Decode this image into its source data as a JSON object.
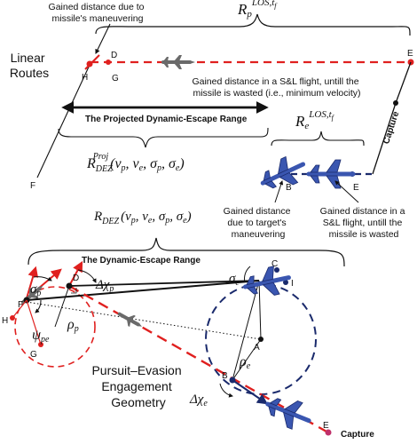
{
  "top": {
    "gained_maneuver_note": [
      "Gained distance due to",
      "missile's maneuvering"
    ],
    "linear_routes": [
      "Linear",
      "Routes"
    ],
    "rp_label": {
      "base": "R",
      "sub": "p",
      "sup": "LOS,t",
      "sup2": "f"
    },
    "point_d": "D",
    "point_h": "H",
    "point_g": "G",
    "point_e": "E",
    "point_f": "F",
    "point_b": "B",
    "point_e2": "E",
    "sl_note": [
      "Gained distance in a S&L flight, untill the",
      "missile is wasted (i.e., minimum velocity)"
    ],
    "projected_range": "The Projected Dynamic-Escape Range",
    "capture": "Capture",
    "re_label": {
      "base": "R",
      "sub": "e",
      "sup": "LOS,t",
      "sup2": "f"
    },
    "rdez_proj": {
      "base": "R",
      "sub": "DEZ",
      "sup": "Proj",
      "args": "(v",
      "args_p": "p",
      "args2": ", v",
      "args_e": "e",
      "args3": ", σ",
      "args_sp": "p",
      "args4": ", σ",
      "args_se": "e",
      "args5": ")"
    },
    "target_maneuver_note": [
      "Gained distance",
      "due to target's",
      "maneuvering"
    ],
    "target_sl_note": [
      "Gained distance in a",
      "S&L flight, untill the",
      "missile is wasted"
    ]
  },
  "bottom": {
    "rdez": {
      "base": "R",
      "sub": "DEZ",
      "args": "(v",
      "args_p": "p",
      "args2": ", v",
      "args_e": "e",
      "args3": ", σ",
      "args_sp": "p",
      "args4": ", σ",
      "args_se": "e",
      "args5": ")"
    },
    "dynamic_range": "The Dynamic-Escape Range",
    "point_f": "F",
    "point_h": "H",
    "point_g": "G",
    "point_d": "D",
    "point_c": "C",
    "point_i": "I",
    "point_a": "A",
    "point_b": "B",
    "point_e": "E",
    "sigma_p": {
      "base": "σ",
      "sub": "p"
    },
    "sigma_e": {
      "base": "σ",
      "sub": "e"
    },
    "dchi_p": {
      "base": "Δχ",
      "sub": "p"
    },
    "dchi_e": {
      "base": "Δχ",
      "sub": "e"
    },
    "psi_pe": {
      "base": "ψ",
      "sub": "pe"
    },
    "rho_p": {
      "base": "ρ",
      "sub": "p"
    },
    "rho_e": {
      "base": "ρ",
      "sub": "e"
    },
    "geometry_title": [
      "Pursuit–Evasion",
      "Engagement",
      "Geometry"
    ],
    "capture": "Capture"
  },
  "colors": {
    "red": "#e0201f",
    "navy": "#1a2a6c",
    "jet_blue": "#3a56b0",
    "black": "#111111"
  }
}
